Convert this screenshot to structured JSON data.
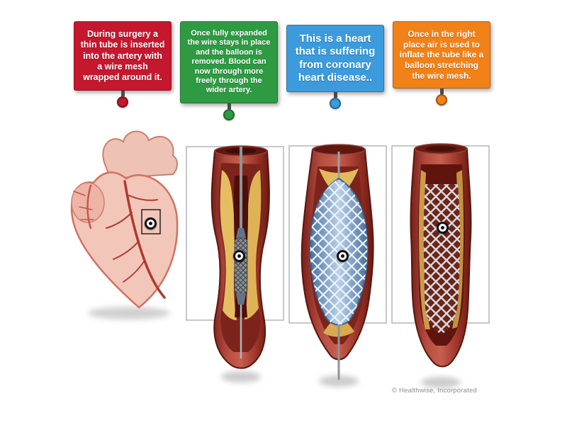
{
  "activity": {
    "labels": [
      {
        "id": "red",
        "text": "During surgery a thin tube is inserted into the artery with a wire mesh wrapped around it.",
        "color": "#c5172e"
      },
      {
        "id": "green",
        "text": "Once fully expanded the wire stays in place and the balloon is removed. Blood can now through more freely through the wider artery.",
        "color": "#2e9b43"
      },
      {
        "id": "blue",
        "text": "This is a heart that is suffering from coronary heart disease..",
        "color": "#3b9bdc"
      },
      {
        "id": "orange",
        "text": "Once in the right place air is used to inflate the tube like a balloon stretching the wire mesh.",
        "color": "#f28118"
      }
    ],
    "credit": "© Healthwise, Incorporated"
  }
}
